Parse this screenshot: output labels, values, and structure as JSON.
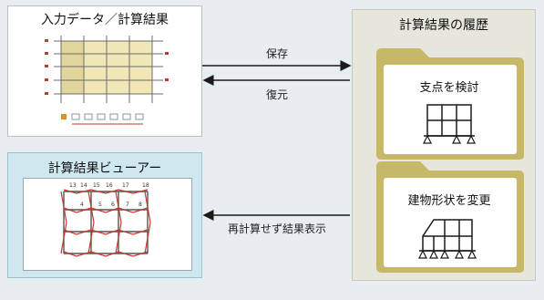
{
  "input_panel": {
    "title": "入力データ／計算結果"
  },
  "viewer_panel": {
    "title": "計算結果ビューアー",
    "node_labels": [
      "13",
      "14",
      "15",
      "16",
      "17",
      "18",
      "4",
      "5",
      "6",
      "7",
      "8"
    ]
  },
  "history_panel": {
    "title": "計算結果の履歴",
    "folders": [
      {
        "label": "支点を検討"
      },
      {
        "label": "建物形状を変更"
      }
    ]
  },
  "arrows": {
    "save": "保存",
    "restore": "復元",
    "show_results": "再計算せず結果表示"
  },
  "colors": {
    "folder_fill": "#c7b868",
    "folder_paper": "#ffffff",
    "arrow": "#1a1a1a",
    "viewer_bg": "#cfe8ef",
    "history_bg": "#e6e6dc"
  }
}
